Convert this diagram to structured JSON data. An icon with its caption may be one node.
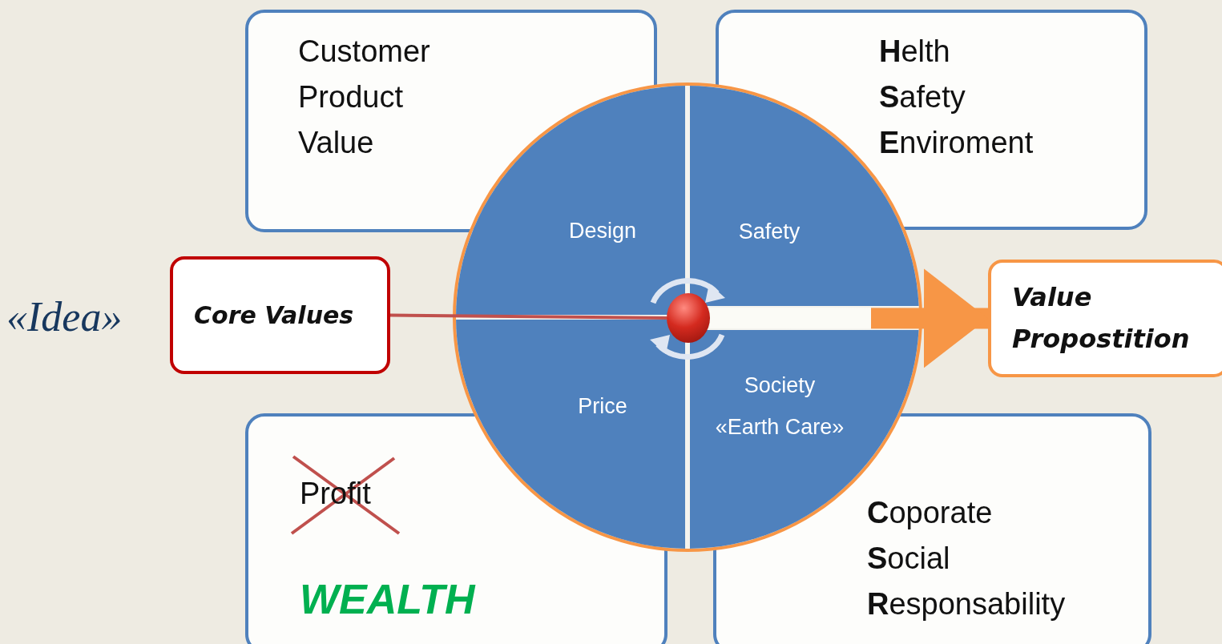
{
  "diagram": {
    "nodes": [
      {
        "text": [
          "Customer",
          "Product",
          "Value"
        ]
      },
      {
        "text": [
          "**H**elth",
          "**S**afety",
          "**E**nviroment"
        ]
      },
      {
        "text": [
          "Core Values"
        ]
      },
      {
        "text": [
          "Value Propostition"
        ]
      },
      {
        "text": [
          "Profit",
          "WEALTH"
        ]
      },
      {
        "text": [
          "**C**oporate",
          "**S**ocial",
          "**R**esponsability"
        ]
      },
      {
        "text": [],
        "shape": "circle"
      },
      {
        "text": [
          "Design"
        ],
        "in": 6
      },
      {
        "text": [
          "Safety"
        ],
        "in": 6
      },
      {
        "text": [
          "Price"
        ],
        "in": 6
      },
      {
        "text": [
          "Society «Earth Care»"
        ],
        "in": 6
      },
      {
        "text": [],
        "shape": "circle",
        "in": 6
      }
    ],
    "edges": [
      {
        "from": 2,
        "to": 11,
        "arrow": "none",
        "color": "#c0504d"
      },
      {
        "from": 11,
        "to": 3,
        "arrow": "to",
        "style": "thick",
        "color": "#f79646"
      }
    ],
    "labels": [
      "«Idea»"
    ]
  }
}
